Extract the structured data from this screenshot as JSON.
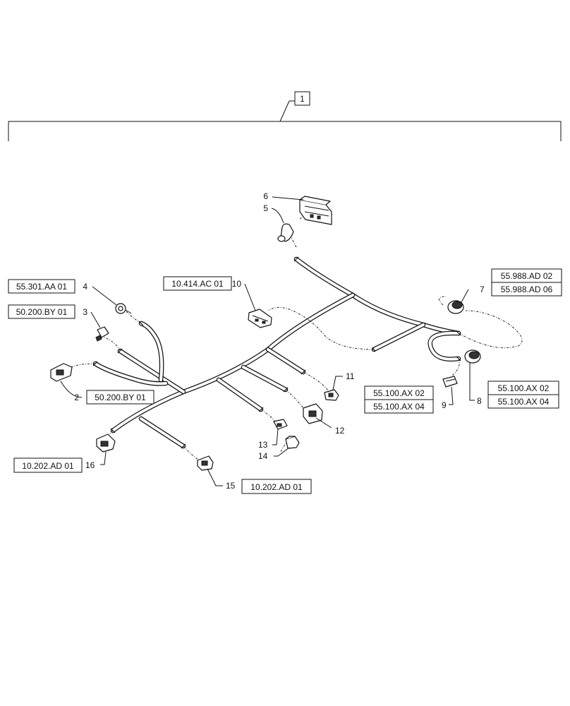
{
  "callouts": {
    "c1": "1",
    "c2": "2",
    "c3": "3",
    "c4": "4",
    "c5": "5",
    "c6": "6",
    "c7": "7",
    "c8": "8",
    "c9": "9",
    "c10": "10",
    "c11": "11",
    "c12": "12",
    "c13": "13",
    "c14": "14",
    "c15": "15",
    "c16": "16"
  },
  "references": {
    "r_4": "55.301.AA 01",
    "r_3": "50.200.BY 01",
    "r_2": "50.200.BY 01",
    "r_10": "10.414.AC 01",
    "r_7a": "55.988.AD 02",
    "r_7b": "55.988.AD 06",
    "r_9a": "55.100.AX 02",
    "r_9b": "55.100.AX 04",
    "r_8a": "55.100.AX 02",
    "r_8b": "55.100.AX 04",
    "r_16": "10.202.AD 01",
    "r_15": "10.202.AD 01"
  }
}
